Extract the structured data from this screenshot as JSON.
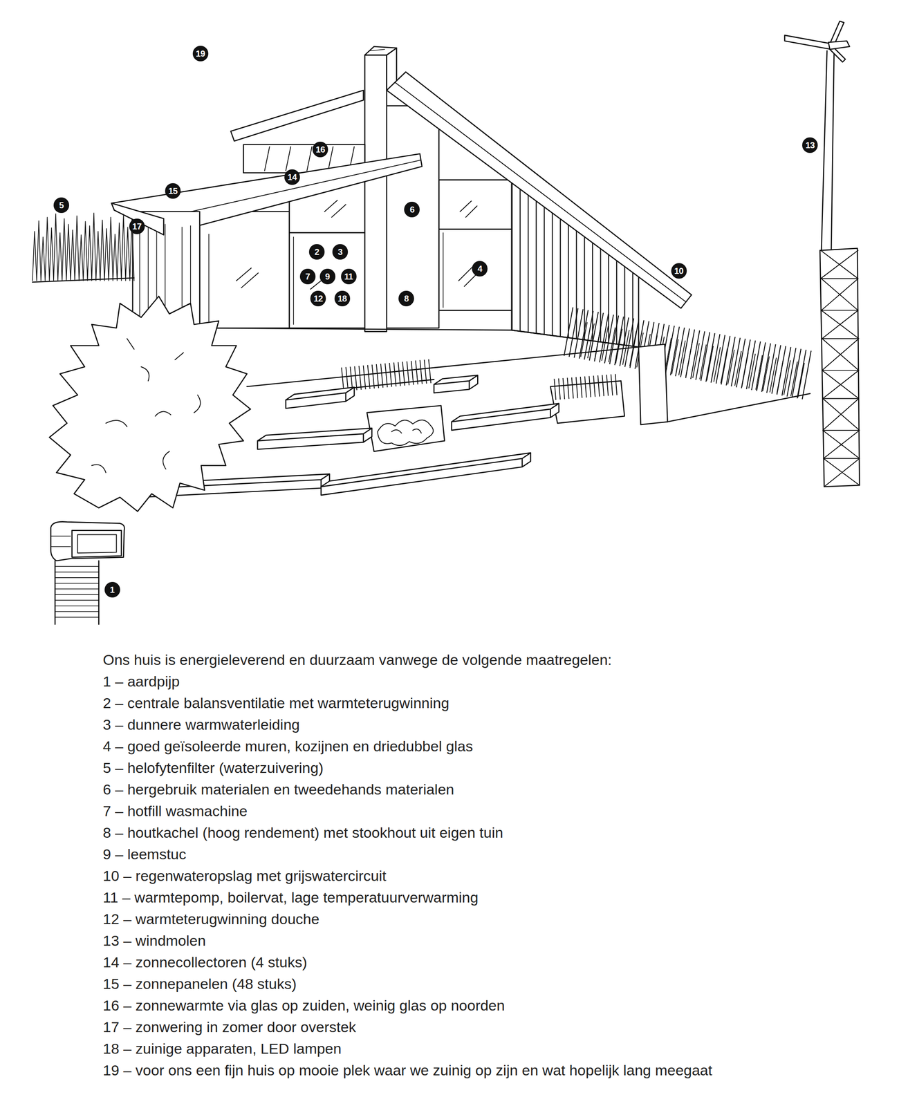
{
  "diagram": {
    "nodes": [
      {
        "text": [
          "19"
        ]
      },
      {
        "text": [
          "13"
        ]
      },
      {
        "text": [
          "16"
        ]
      },
      {
        "text": [
          "14"
        ]
      },
      {
        "text": [
          "15"
        ]
      },
      {
        "text": [
          "5"
        ]
      },
      {
        "text": [
          "6"
        ]
      },
      {
        "text": [
          "17"
        ]
      },
      {
        "text": [
          "2"
        ]
      },
      {
        "text": [
          "3"
        ]
      },
      {
        "text": [
          "4"
        ]
      },
      {
        "text": [
          "10"
        ]
      },
      {
        "text": [
          "7"
        ]
      },
      {
        "text": [
          "9"
        ]
      },
      {
        "text": [
          "11"
        ]
      },
      {
        "text": [
          "12"
        ]
      },
      {
        "text": [
          "18"
        ]
      },
      {
        "text": [
          "8"
        ]
      },
      {
        "text": [
          "1"
        ]
      }
    ],
    "labels": [
      "Ons huis is energieleverend en duurzaam vanwege de volgende maatregelen:",
      "1 – aardpijp",
      "2 – centrale balansventilatie met warmteterugwinning",
      "3 – dunnere warmwaterleiding",
      "4 – goed geïsoleerde muren, kozijnen en driedubbel glas",
      "5 – helofytenfilter (waterzuivering)",
      "6 – hergebruik materialen en tweedehands materialen",
      "7 – hotfill wasmachine",
      "8 – houtkachel (hoog rendement) met stookhout uit eigen tuin",
      "9 – leemstuc",
      "10 – regenwateropslag met grijswatercircuit",
      "11 – warmtepomp, boilervat, lage temperatuurverwarming",
      "12 – warmteterugwinning douche",
      "13 – windmolen",
      "14 – zonnecollectoren (4 stuks)",
      "15 – zonnepanelen (48 stuks)",
      "16 – zonnewarmte via glas op zuiden, weinig glas op noorden",
      "17 – zonwering in zomer door overstek",
      "18 – zuinige apparaten, LED lampen",
      "19 – voor ons een fijn huis op mooie plek waar we zuinig op zijn en wat hopelijk lang meegaat"
    ]
  }
}
